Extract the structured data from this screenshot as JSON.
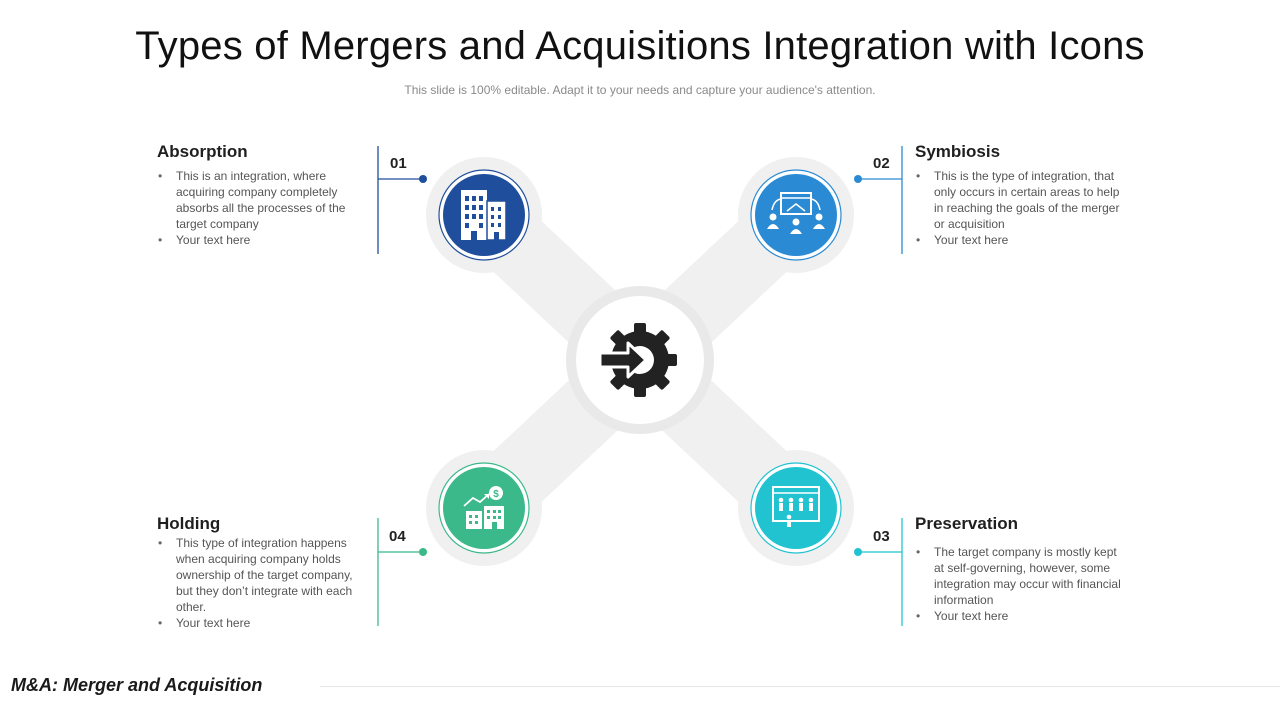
{
  "slide": {
    "title": "Types of Mergers and Acquisitions Integration with Icons",
    "subtitle": "This slide is 100% editable. Adapt it to your needs and capture your audience's attention."
  },
  "center_icon": "gear-arrow-icon",
  "items": [
    {
      "number": "01",
      "title": "Absorption",
      "bullets": [
        "This is an integration, where acquiring company completely absorbs all the processes of the target company",
        "Your text here"
      ],
      "icon": "buildings-icon",
      "color": "#1f4e9c"
    },
    {
      "number": "02",
      "title": "Symbiosis",
      "bullets": [
        "This is the type of integration, that only occurs in certain areas to help in reaching the goals of the merger or acquisition",
        "Your text here"
      ],
      "icon": "presentation-people-icon",
      "color": "#2a8bd4"
    },
    {
      "number": "03",
      "title": "Preservation",
      "bullets": [
        "The target company is mostly kept at self-governing, however, some integration may occur with financial information",
        "Your text here"
      ],
      "icon": "team-board-icon",
      "color": "#22c3d1"
    },
    {
      "number": "04",
      "title": "Holding",
      "bullets": [
        "This type of integration happens when acquiring company holds ownership of the target company, but they don’t integrate with each other.",
        "Your text here"
      ],
      "icon": "growth-buildings-icon",
      "color": "#3cb98a"
    }
  ],
  "footer": {
    "text": "M&A: Merger and Acquisition"
  }
}
